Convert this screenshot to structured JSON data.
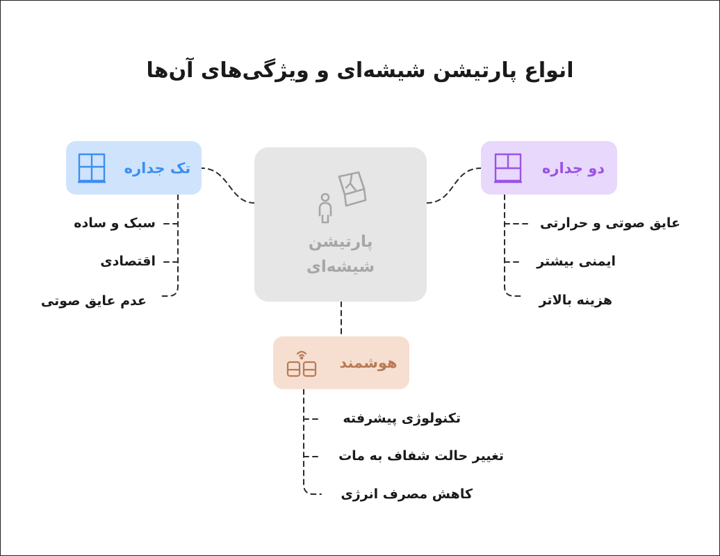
{
  "title": "انواع پارتیشن شیشه‌ای و ویژگی‌های آن‌ها",
  "center": {
    "line1": "پارتیشن",
    "line2": "شیشه‌ای",
    "icon": "glass-partition-person-icon"
  },
  "single": {
    "label": "تک جداره",
    "icon": "single-frame-window-icon",
    "items": [
      "سبک و ساده",
      "اقتصادی",
      "عدم عایق صوتی"
    ]
  },
  "double": {
    "label": "دو جداره",
    "icon": "double-frame-window-icon",
    "items": [
      "عایق صوتی و حرارتی",
      "ایمنی بیشتر",
      "هزینه بالاتر"
    ]
  },
  "smart": {
    "label": "هوشمند",
    "icon": "smart-glass-wifi-icon",
    "items": [
      "تکنولوژی پیشرفته",
      "تغییر حالت شفاف به مات",
      "کاهش مصرف انرژی"
    ]
  },
  "colors": {
    "single_bg": "#cfe3fc",
    "single_text": "#3b8ff0",
    "double_bg": "#e8d8fc",
    "double_text": "#9a52e6",
    "smart_bg": "#f6dfd1",
    "smart_text": "#b87a55",
    "center_bg": "#e6e6e6",
    "center_text": "#a6a6a6"
  }
}
